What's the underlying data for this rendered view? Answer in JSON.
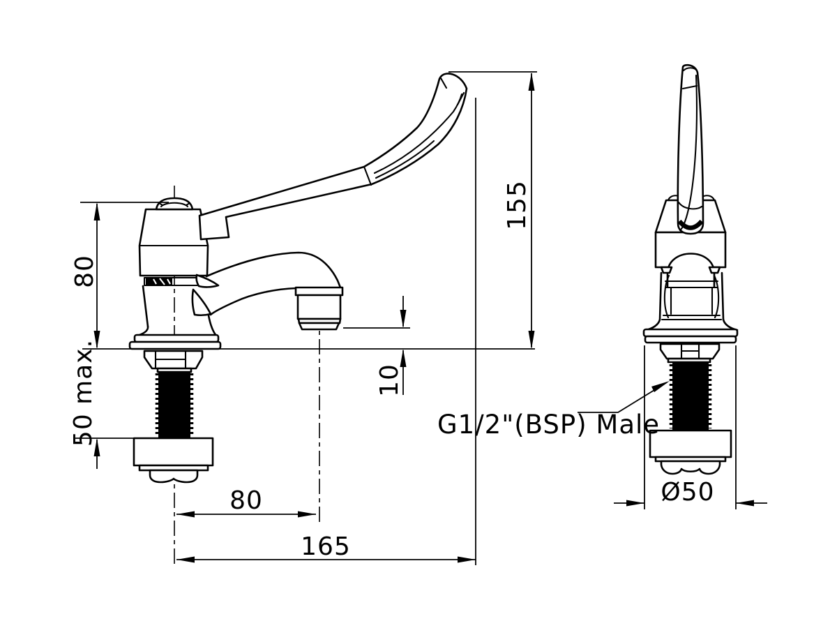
{
  "drawing": {
    "type": "technical-dimension-drawing",
    "subject": "lever handle pillar tap, front and side elevations",
    "labels": {
      "thread_spec": "G1/2\"(BSP) Male"
    },
    "dimensions": {
      "body_height_above_deck": "80",
      "max_deck_thickness": "50 max.",
      "overall_height_above_deck": "155",
      "outlet_clearance": "10",
      "spout_reach": "80",
      "overall_reach": "165",
      "base_diameter": "Ø50"
    },
    "colors": {
      "line": "#000000",
      "background": "#ffffff",
      "thread_fill": "#000000"
    }
  }
}
